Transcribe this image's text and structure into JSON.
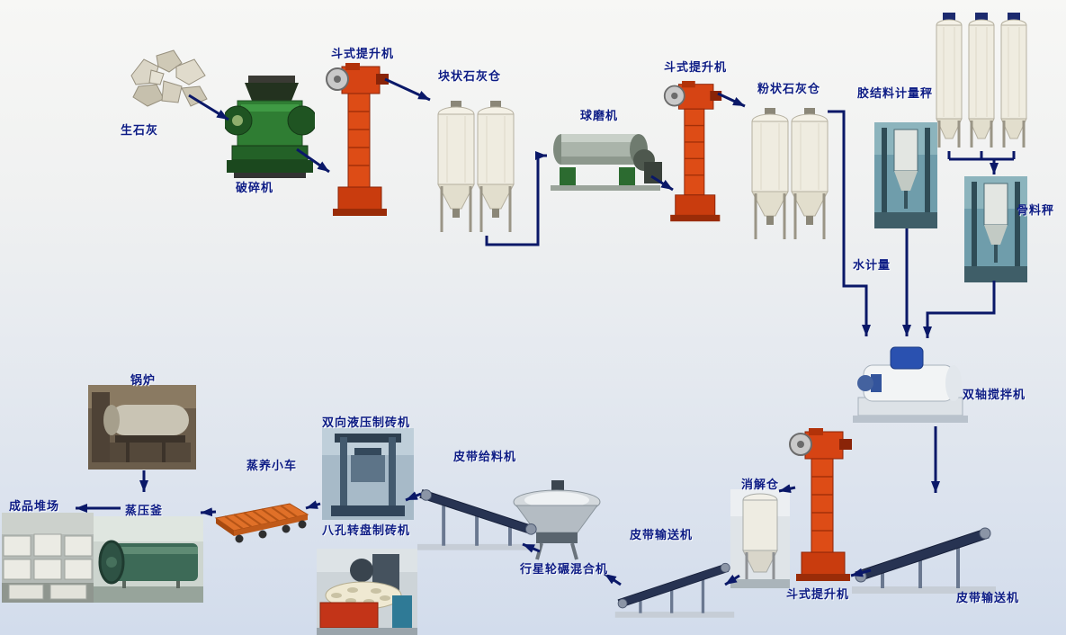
{
  "diagram": {
    "type": "process-flow",
    "colors": {
      "arrow": "#0a1868",
      "label_text": "#0d1c85",
      "background_top": "#f7f7f5",
      "background_bottom": "#d2dcec",
      "elevator_orange": "#dd4c16",
      "crusher_green": "#2f7d33",
      "silo_cream": "#efece0"
    },
    "nodes": {
      "quicklime": {
        "label": "生石灰"
      },
      "crusher": {
        "label": "破碎机"
      },
      "bucket_elevator_1": {
        "label": "斗式提升机"
      },
      "lump_lime_silo": {
        "label": "块状石灰仓"
      },
      "ball_mill": {
        "label": "球磨机"
      },
      "bucket_elevator_2": {
        "label": "斗式提升机"
      },
      "powder_lime_silo": {
        "label": "粉状石灰仓"
      },
      "binder_scale": {
        "label": "胶结料计量秤"
      },
      "aggregate_silos": {
        "label": ""
      },
      "aggregate_scale": {
        "label": "骨料秤"
      },
      "water_meter": {
        "label": "水计量"
      },
      "twin_shaft_mixer": {
        "label": "双轴搅拌机"
      },
      "belt_conveyor_1": {
        "label": "皮带输送机"
      },
      "bucket_elevator_3": {
        "label": "斗式提升机"
      },
      "slaking_silo": {
        "label": "消解仓"
      },
      "belt_conveyor_2": {
        "label": "皮带输送机"
      },
      "planetary_mixer": {
        "label": "行星轮碾混合机"
      },
      "belt_feeder": {
        "label": "皮带给料机"
      },
      "hydraulic_brick_press": {
        "label": "双向液压制砖机"
      },
      "rotary_brick_press": {
        "label": "八孔转盘制砖机"
      },
      "curing_trolley": {
        "label": "蒸养小车"
      },
      "autoclave": {
        "label": "蒸压釜"
      },
      "boiler": {
        "label": "锅炉"
      },
      "product_yard": {
        "label": "成品堆场"
      }
    },
    "edges": [
      {
        "from": "quicklime",
        "to": "crusher"
      },
      {
        "from": "crusher",
        "to": "bucket_elevator_1"
      },
      {
        "from": "bucket_elevator_1",
        "to": "lump_lime_silo"
      },
      {
        "from": "lump_lime_silo",
        "to": "ball_mill"
      },
      {
        "from": "ball_mill",
        "to": "bucket_elevator_2"
      },
      {
        "from": "bucket_elevator_2",
        "to": "powder_lime_silo"
      },
      {
        "from": "powder_lime_silo",
        "to": "twin_shaft_mixer"
      },
      {
        "from": "binder_scale",
        "to": "twin_shaft_mixer"
      },
      {
        "from": "aggregate_silos",
        "to": "aggregate_scale"
      },
      {
        "from": "aggregate_scale",
        "to": "twin_shaft_mixer"
      },
      {
        "from": "water_meter",
        "to": "twin_shaft_mixer"
      },
      {
        "from": "twin_shaft_mixer",
        "to": "belt_conveyor_1"
      },
      {
        "from": "belt_conveyor_1",
        "to": "bucket_elevator_3"
      },
      {
        "from": "bucket_elevator_3",
        "to": "slaking_silo"
      },
      {
        "from": "slaking_silo",
        "to": "belt_conveyor_2"
      },
      {
        "from": "belt_conveyor_2",
        "to": "planetary_mixer"
      },
      {
        "from": "planetary_mixer",
        "to": "belt_feeder"
      },
      {
        "from": "belt_feeder",
        "to": "hydraulic_brick_press"
      },
      {
        "from": "hydraulic_brick_press",
        "to": "curing_trolley"
      },
      {
        "from": "curing_trolley",
        "to": "autoclave"
      },
      {
        "from": "boiler",
        "to": "autoclave"
      },
      {
        "from": "autoclave",
        "to": "product_yard"
      }
    ]
  }
}
